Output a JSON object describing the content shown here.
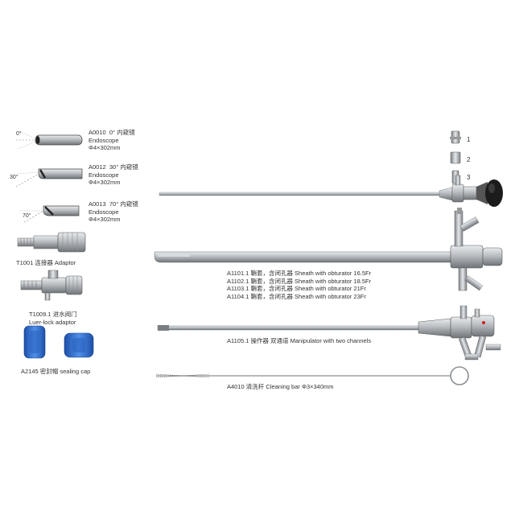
{
  "endoscopes": [
    {
      "code": "A0010",
      "angle": "0°",
      "name_cn": "内窥镜",
      "name_en": "Endoscope",
      "spec": "Φ4×302mm",
      "angle_mark": "0°"
    },
    {
      "code": "A0012",
      "angle": "30°",
      "name_cn": "内窥镜",
      "name_en": "Endoscope",
      "spec": "Φ4×302mm",
      "angle_mark": "30°"
    },
    {
      "code": "A0013",
      "angle": "70°",
      "name_cn": "内窥镜",
      "name_en": "Endoscope",
      "spec": "Φ4×302mm",
      "angle_mark": "70°"
    }
  ],
  "accessories": [
    {
      "label": "T1001 连接器 Adaptor"
    },
    {
      "label_line1": "T1009.1 进水阀门",
      "label_line2": "Luer-lock adaptor"
    },
    {
      "label": "A2145 密封帽 sealing cap"
    }
  ],
  "part_numbers": [
    "1",
    "2",
    "3"
  ],
  "sheaths": [
    "A1101.1 鞘套，含闭孔器  Sheath with obturator  16.5Fr",
    "A1102.1 鞘套，含闭孔器  Sheath with obturator  18.5Fr",
    "A1103.1 鞘套，含闭孔器  Sheath with obturator  21Fr",
    "A1104.1 鞘套，含闭孔器  Sheath with obturator  23Fr"
  ],
  "manipulator": "A1105.1 操作器 双通道 Manipulator with two channels",
  "cleaning_bar": "A4010 清洗杆 Cleaning bar Φ3×340mm",
  "colors": {
    "metal": "#b8bcc0",
    "metal_dark": "#6f7478",
    "cap_blue": "#2f6fd0",
    "eyepiece": "#1c1c1c"
  }
}
